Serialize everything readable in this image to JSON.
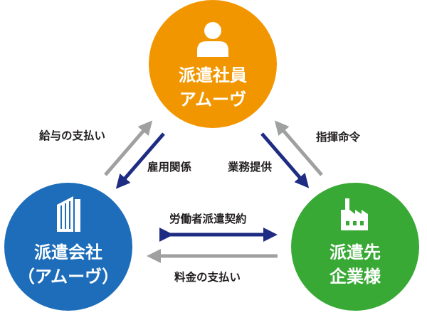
{
  "colors": {
    "orange": "#F29600",
    "blue": "#1D6DBA",
    "green": "#39A935",
    "navy_arrow": "#1F2C83",
    "gray_arrow": "#9FA0A0",
    "text": "#231F20"
  },
  "nodes": {
    "top": {
      "line1": "派遣社員",
      "line2": "アムーヴ",
      "icon": "person-icon"
    },
    "left": {
      "line1": "派遣会社",
      "line2": "（アムーヴ）",
      "icon": "building-icon"
    },
    "right": {
      "line1": "派遣先",
      "line2": "企業様",
      "icon": "factory-icon"
    }
  },
  "edges": {
    "salary_payment": "給与の支払い",
    "employment_relation": "雇用関係",
    "service_provision": "業務提供",
    "instruction_command": "指揮命令",
    "dispatch_contract": "労働者派遣契約",
    "fee_payment": "料金の支払い"
  }
}
